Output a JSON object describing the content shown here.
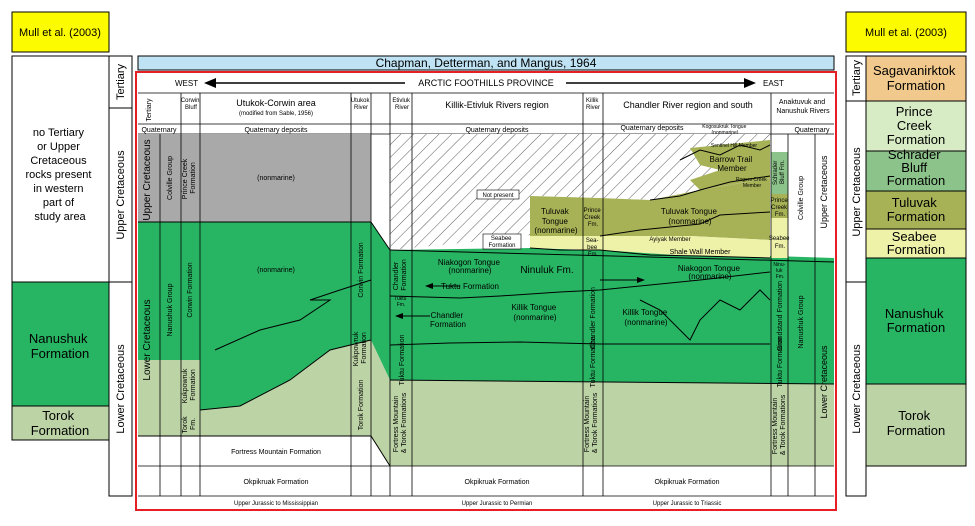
{
  "colors": {
    "yellow": "#fdfb00",
    "dark_green": "#28b563",
    "light_green": "#bcd3a6",
    "gray": "#a9a9a9",
    "olive": "#a7b257",
    "light_yellow": "#eef2a8",
    "pale_green": "#d7ecc5",
    "medium_green": "#8cc38a",
    "orange": "#f1c98c",
    "sky_blue": "#bfe3f4",
    "red_border": "#e61e25"
  },
  "left_column": {
    "badge": "Mull et al. (2003)",
    "no_rocks_text": [
      "no Tertiary",
      "or Upper",
      "Cretaceous",
      "rocks present",
      "in western",
      "part of",
      "study area"
    ],
    "nanushuk": [
      "Nanushuk",
      "Formation"
    ],
    "torok": [
      "Torok",
      "Formation"
    ],
    "age_tertiary": "Tertiary",
    "age_upper": "Upper Cretaceous",
    "age_lower": "Lower Cretaceous"
  },
  "right_column": {
    "badge": "Mull et al. (2003)",
    "sagavanirktok": [
      "Sagavanirktok",
      "Formation"
    ],
    "prince_creek": [
      "Prince",
      "Creek",
      "Formation"
    ],
    "schrader": [
      "Schrader",
      "Bluff",
      "Formation"
    ],
    "tuluvak": [
      "Tuluvak",
      "Formation"
    ],
    "seabee": [
      "Seabee",
      "Formation"
    ],
    "nanushuk": [
      "Nanushuk",
      "Formation"
    ],
    "torok": [
      "Torok",
      "Formation"
    ],
    "age_tertiary": "Tertiary",
    "age_upper": "Upper Cretaceous",
    "age_lower": "Lower Cretaceous"
  },
  "main": {
    "title": "Chapman, Detterman, and Mangus, 1964",
    "west": "WEST",
    "east": "EAST",
    "province": "ARCTIC FOOTHILLS PROVINCE",
    "quaternary": "Quaternary",
    "tertiary": "Tertiary",
    "upper_cret": "Upper Cretaceous",
    "lower_cret": "Lower Cretaceous",
    "corwin_bluff": [
      "Corwin",
      "Bluff"
    ],
    "utukok_area": "Utukok-Corwin area",
    "utukok_modified": "(modified from Sable, 1956)",
    "utukok_river": [
      "Utukok",
      "River"
    ],
    "etivluk_river": [
      "Etivluk",
      "River"
    ],
    "killik_region": "Killik-Etivluk Rivers region",
    "killik_river": [
      "Killik",
      "River"
    ],
    "chandler_region": "Chandler River region and south",
    "anaktuvuk": [
      "Anaktuvuk and",
      "Nanushuk Rivers"
    ],
    "quat_deposits": "Quaternary deposits",
    "colville_group": "Colville Group",
    "prince_creek_form": [
      "Prince Creek",
      "Formation"
    ],
    "nanushuk_group": "Nanushuk Group",
    "corwin_formation": "Corwin Formation",
    "kukpowruk": [
      "Kukpowruk",
      "Formation"
    ],
    "torok_fm": [
      "Torok",
      "Fm."
    ],
    "torok_formation": "Torok Formation",
    "nonmarine": "(nonmarine)",
    "not_present": "Not present",
    "seabee_formation": [
      "Seabee",
      "Formation"
    ],
    "tuluvak_tongue": [
      "Tuluvak",
      "Tongue",
      "(nonmarine)"
    ],
    "tuluvak_tongue_east": [
      "Tuluvak Tongue",
      "(nonmarine)"
    ],
    "prince_creek_small": [
      "Prince",
      "Creek",
      "Fm."
    ],
    "seabee_small": [
      "Sea-",
      "bee",
      "Fm."
    ],
    "kogosukruk": [
      "Kogosukruk Tongue",
      "(nonmarine)"
    ],
    "sentinel_hill": "Sentinel Hill Member",
    "barrow_trail": [
      "Barrow Trail",
      "Member"
    ],
    "rogers_creek": [
      "Rogers Creek",
      "Member"
    ],
    "schrader_small": [
      "Schrader",
      "Bluff Fm."
    ],
    "prince_small_r": [
      "Prince",
      "Creek",
      "Fm."
    ],
    "seabee_r": [
      "Seabee",
      "Fm."
    ],
    "ayiyak": "Ayiyak Member",
    "shale_wall": "Shale Wall Member",
    "niakogon_west": [
      "Niakogon Tongue",
      "(nonmarine)"
    ],
    "niakogon_east": [
      "Niakogon Tongue",
      "(nonmarine)"
    ],
    "ninuluk": "Ninuluk Fm.",
    "ninuluk_small": [
      "Ninu-",
      "luk",
      "Fm."
    ],
    "tuktu_formation": "Tuktu Formation",
    "tuktu_fm_small": [
      "Tuktu",
      "Fm."
    ],
    "chandler_formation": [
      "Chandler",
      "Formation"
    ],
    "chandler_formation_vert": "Chandler Formation",
    "killik_west": [
      "Killik Tongue",
      "(nonmarine)"
    ],
    "killik_east": [
      "Killik Tongue",
      "(nonmarine)"
    ],
    "grandstand": "Grandstand Formation",
    "tuktu_vert": "Tuktu Formation",
    "fortress_torok_vert": [
      "Fortress Mountain",
      "& Torok Formations"
    ],
    "fortress_mountain": "Fortress Mountain Formation",
    "okpikruak": "Okpikruak Formation",
    "base_west": "Upper Jurassic to Mississippian",
    "base_mid": "Upper Jurassic to Permian",
    "base_east": "Upper Jurassic to Triassic"
  }
}
